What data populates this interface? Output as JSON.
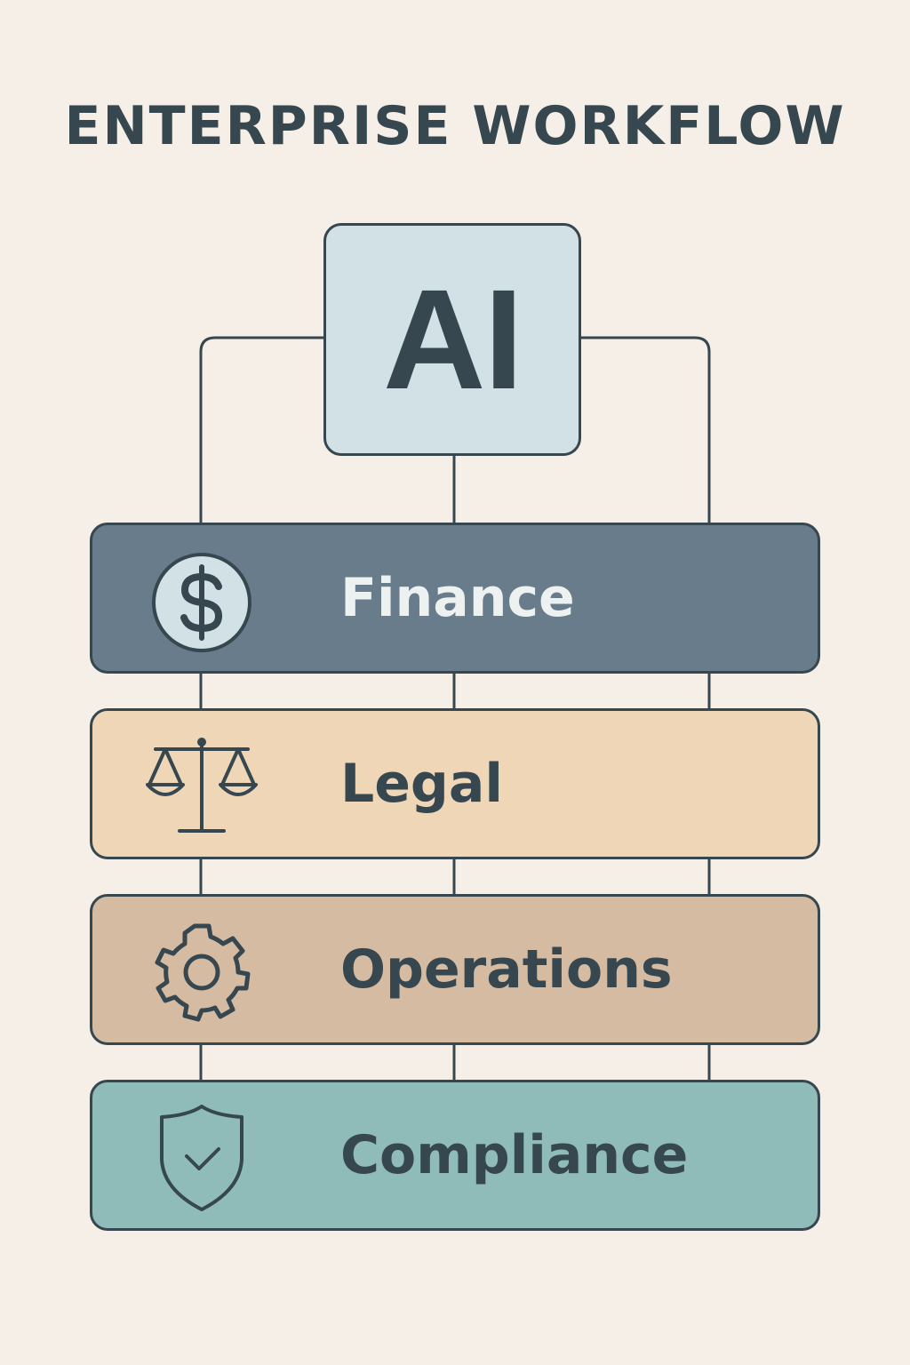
{
  "title": "ENTERPRISE WORKFLOW",
  "hub": {
    "label": "AI"
  },
  "departments": [
    {
      "label": "Finance",
      "icon": "dollar-icon",
      "color": "#687c8c"
    },
    {
      "label": "Legal",
      "icon": "scales-icon",
      "color": "#eed6b7"
    },
    {
      "label": "Operations",
      "icon": "gear-icon",
      "color": "#d5bba1"
    },
    {
      "label": "Compliance",
      "icon": "shield-check-icon",
      "color": "#8fbcb9"
    }
  ],
  "colors": {
    "background": "#f6efe8",
    "ink": "#37474f",
    "hub_fill": "#d2e1e6"
  }
}
